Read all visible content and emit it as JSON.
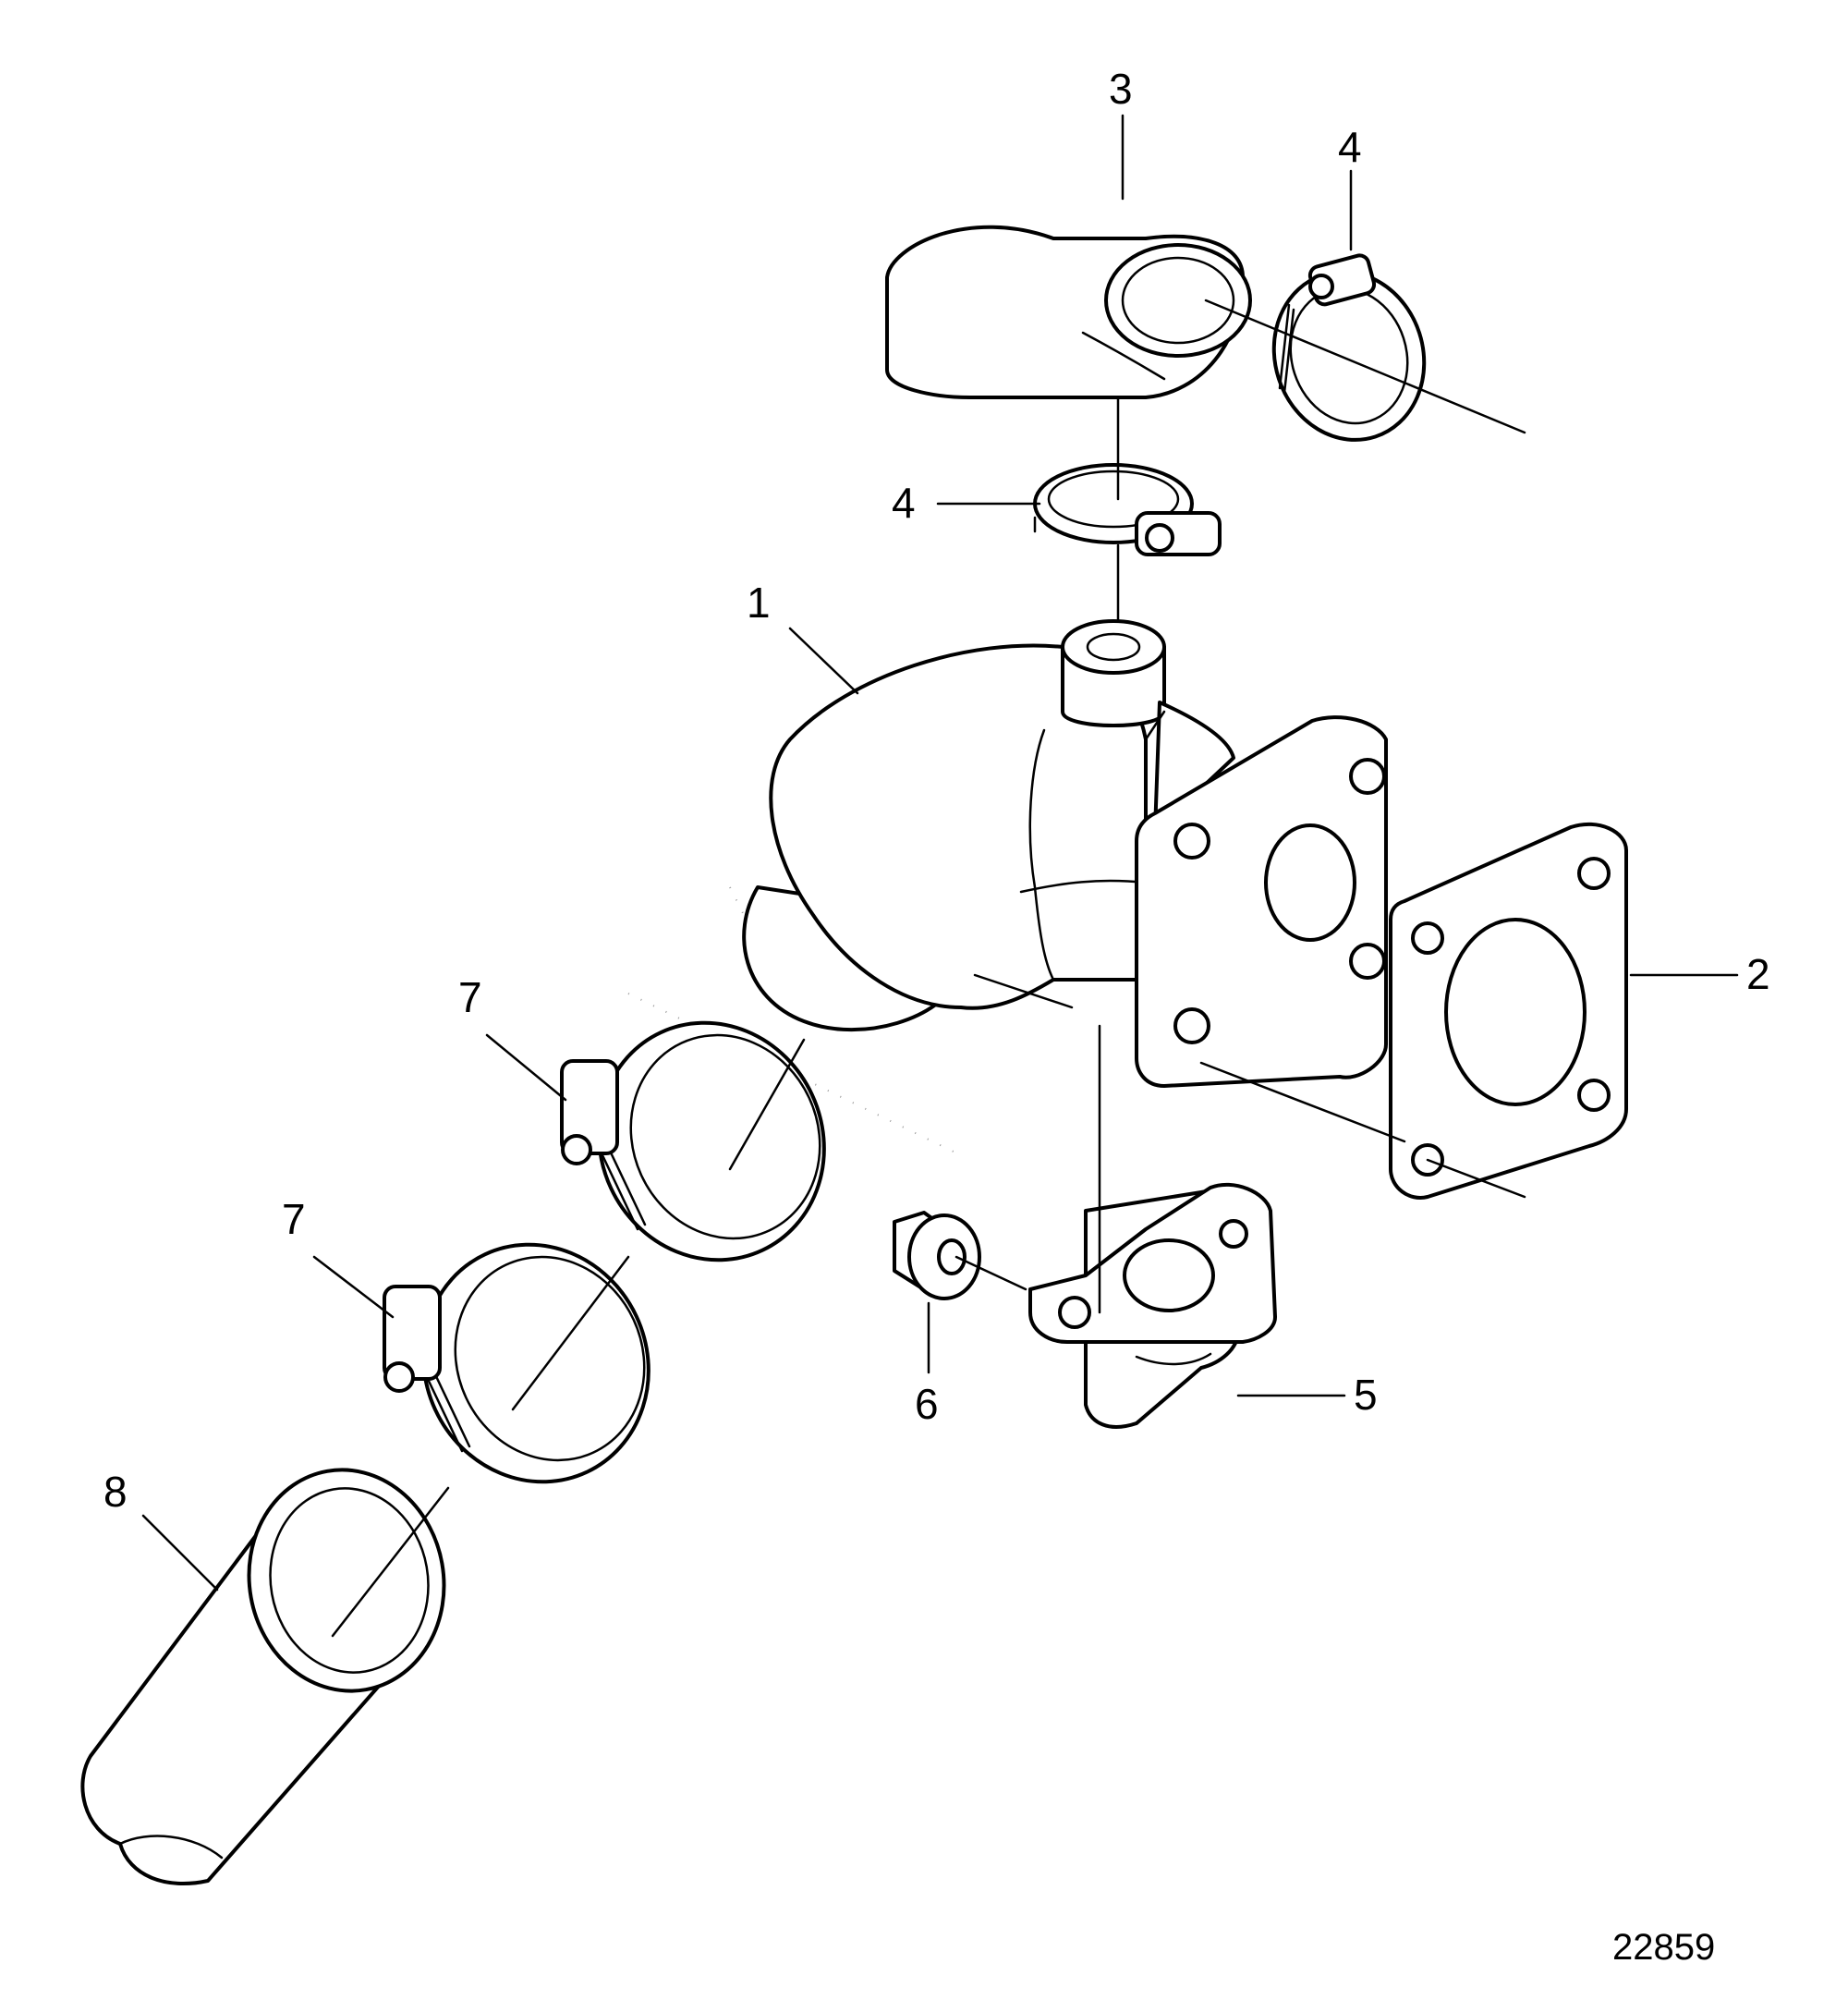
{
  "diagram": {
    "callouts": {
      "c1": "1",
      "c2": "2",
      "c3": "3",
      "c4a": "4",
      "c4b": "4",
      "c5": "5",
      "c6": "6",
      "c7a": "7",
      "c7b": "7",
      "c8": "8"
    },
    "figure_number": "22859"
  }
}
